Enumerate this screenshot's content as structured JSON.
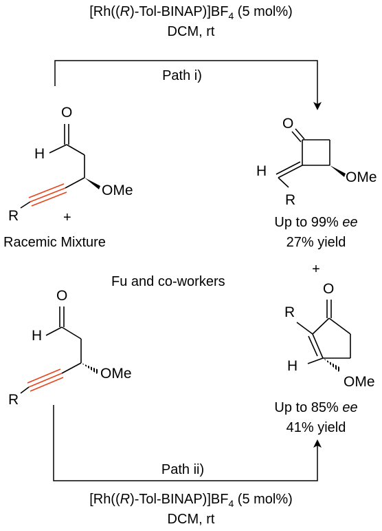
{
  "top_conditions": {
    "catalyst_pre": "[Rh((",
    "catalyst_r": "R",
    "catalyst_mid": ")-Tol-BINAP)]BF",
    "catalyst_sub": "4",
    "catalyst_post": " (5 mol%)",
    "solvent": "DCM, rt"
  },
  "path_i": {
    "label": "Path i)"
  },
  "path_ii": {
    "label": "Path ii)"
  },
  "bottom_conditions": {
    "catalyst_pre": "[Rh((",
    "catalyst_r": "R",
    "catalyst_mid": ")-Tol-BINAP)]BF",
    "catalyst_sub": "4",
    "catalyst_post": " (5 mol%)",
    "solvent": "DCM, rt"
  },
  "racemic_label": "Racemic Mixture",
  "plus_sign": "+",
  "reference": "Fu and co-workers",
  "product_1": {
    "ee_pre": "Up to 99% ",
    "ee_it": "ee",
    "yield": "27% yield"
  },
  "product_2": {
    "ee_pre": "Up to 85% ",
    "ee_it": "ee",
    "yield": "41% yield"
  },
  "atoms": {
    "O": "O",
    "H": "H",
    "R": "R",
    "OMe": "OMe"
  },
  "colors": {
    "alkyne": "#e8431c",
    "bond": "#000000"
  }
}
